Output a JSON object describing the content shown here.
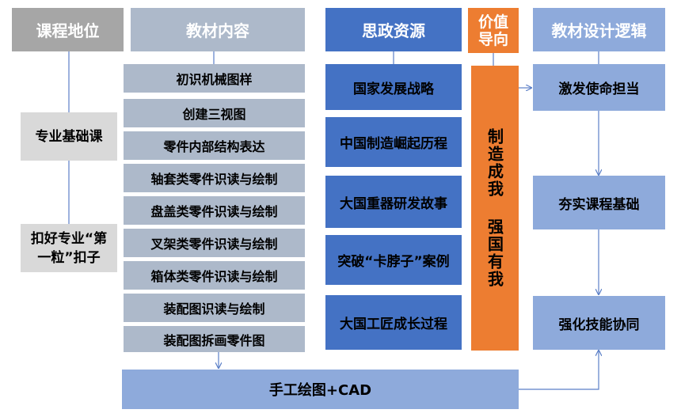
{
  "column1": {
    "header": "课程地位",
    "items": [
      "专业基础课",
      "扣好专业“第一粒”扣子"
    ]
  },
  "column2": {
    "header": "教材内容",
    "items": [
      "初识机械图样",
      "创建三视图",
      "零件内部结构表达",
      "轴套类零件识读与绘制",
      "盘盖类零件识读与绘制",
      "叉架类零件识读与绘制",
      "箱体类零件识读与绘制",
      "装配图识读与绘制",
      "装配图拆画零件图"
    ]
  },
  "column3": {
    "header": "思政资源",
    "items": [
      "国家发展战略",
      "中国制造崛起历程",
      "大国重器研发故事",
      "突破“卡脖子”案例",
      "大国工匠成长过程"
    ]
  },
  "column4": {
    "header": "价值导向",
    "content": "制造成我 强国有我"
  },
  "column5": {
    "header": "教材设计逻辑",
    "items": [
      "激发使命担当",
      "夯实课程基础",
      "强化技能协同"
    ]
  },
  "bottom": {
    "label": "手工绘图+CAD"
  },
  "colors": {
    "gray_header": "#a6a6a6",
    "gray_box": "#d9d9d9",
    "light_blue": "#adb9ca",
    "dark_blue": "#4472c4",
    "orange": "#ed7d31",
    "medium_blue": "#8eaadb",
    "arrow": "#5b7fc7"
  }
}
